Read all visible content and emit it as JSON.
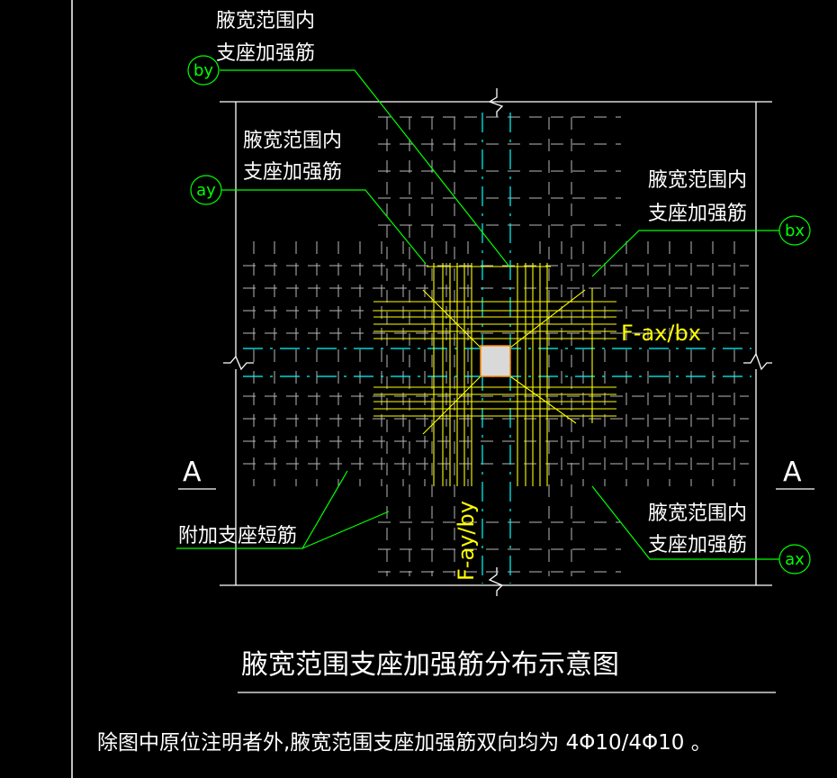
{
  "labels": {
    "top_note": [
      "腋宽范围内",
      "支座加强筋"
    ],
    "mid_left_note": [
      "腋宽范围内",
      "支座加强筋"
    ],
    "right_upper_note": [
      "腋宽范围内",
      "支座加强筋"
    ],
    "right_lower_note": [
      "腋宽范围内",
      "支座加强筋"
    ],
    "extra_rebar_note": "附加支座短筋"
  },
  "tags": {
    "by": "by",
    "ay": "ay",
    "bx": "bx",
    "ax": "ax"
  },
  "dimensions": {
    "horizontal": "F-ax/bx",
    "vertical": "F-ay/by"
  },
  "section_marks": {
    "left": "A",
    "right": "A"
  },
  "title": "腋宽范围支座加强筋分布示意图",
  "footnote": "除图中原位注明者外,腋宽范围支座加强筋双向均为 4Φ10/4Φ10 。",
  "colors": {
    "background": "#000000",
    "outline": "#ffffff",
    "leader": "#00ff00",
    "dimension": "#ffff00",
    "axis": "#00ffff",
    "column": "#d9d9d9"
  }
}
